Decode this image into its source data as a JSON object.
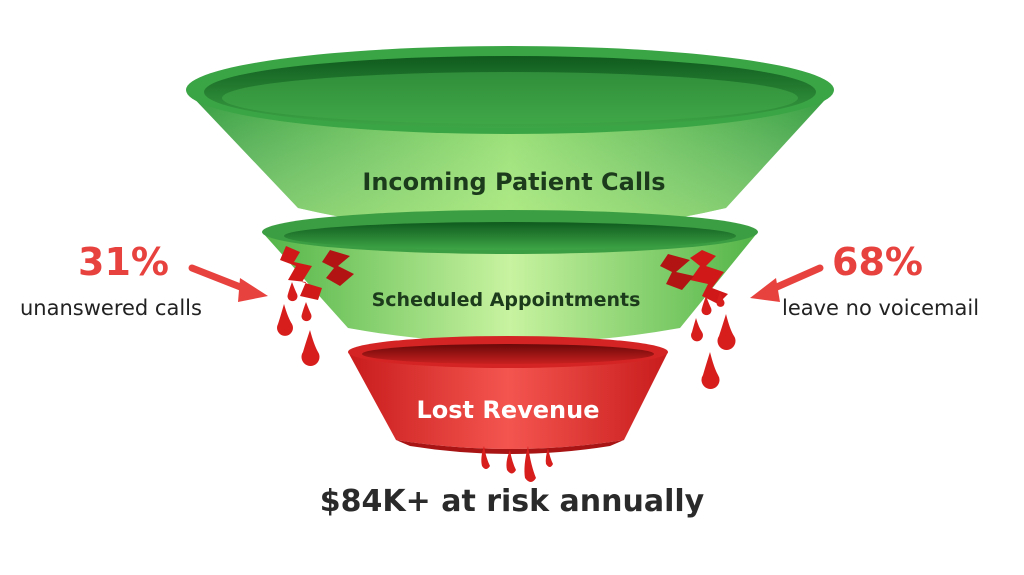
{
  "funnel": {
    "top_label": "Incoming Patient Calls",
    "middle_label": "Scheduled Appointments",
    "bottom_label": "Lost Revenue"
  },
  "left_stat": {
    "percent": "31%",
    "label": "unanswered calls"
  },
  "right_stat": {
    "percent": "68%",
    "label": "leave no voicemail"
  },
  "footer": {
    "text": "$84K+ at risk annually"
  },
  "colors": {
    "stat_red": "#e8423f",
    "green_dark": "#2e9a3a",
    "green_light": "#b9ec8c",
    "red_section": "#e8302c",
    "blood": "#d81d1d"
  }
}
